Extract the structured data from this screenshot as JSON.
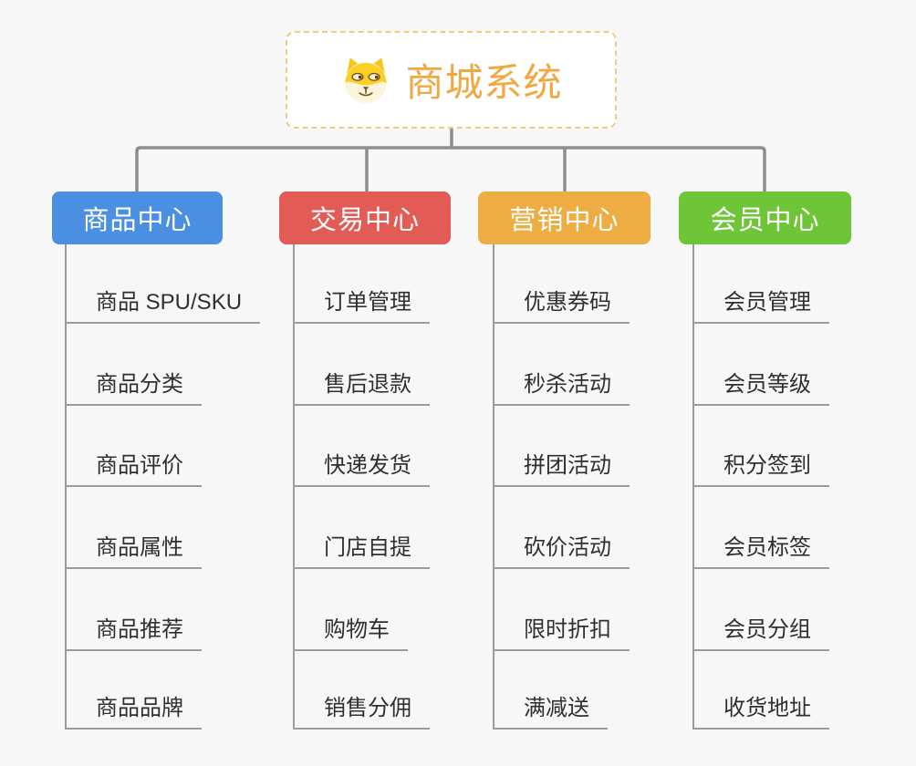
{
  "page": {
    "background_color": "#f7f7f7",
    "connector_color": "#8d8d8d"
  },
  "root": {
    "title": "商城系统",
    "title_color": "#f2a842",
    "border_color": "#f6c87e",
    "icon": "dog-face-icon"
  },
  "branches": [
    {
      "label": "商品中心",
      "color": "#4a8fe2",
      "items": [
        "商品 SPU/SKU",
        "商品分类",
        "商品评价",
        "商品属性",
        "商品推荐",
        "商品品牌"
      ]
    },
    {
      "label": "交易中心",
      "color": "#e25b55",
      "items": [
        "订单管理",
        "售后退款",
        "快递发货",
        "门店自提",
        "购物车",
        "销售分佣"
      ]
    },
    {
      "label": "营销中心",
      "color": "#edad42",
      "items": [
        "优惠券码",
        "秒杀活动",
        "拼团活动",
        "砍价活动",
        "限时折扣",
        "满减送"
      ]
    },
    {
      "label": "会员中心",
      "color": "#6ec538",
      "items": [
        "会员管理",
        "会员等级",
        "积分签到",
        "会员标签",
        "会员分组",
        "收货地址"
      ]
    }
  ]
}
